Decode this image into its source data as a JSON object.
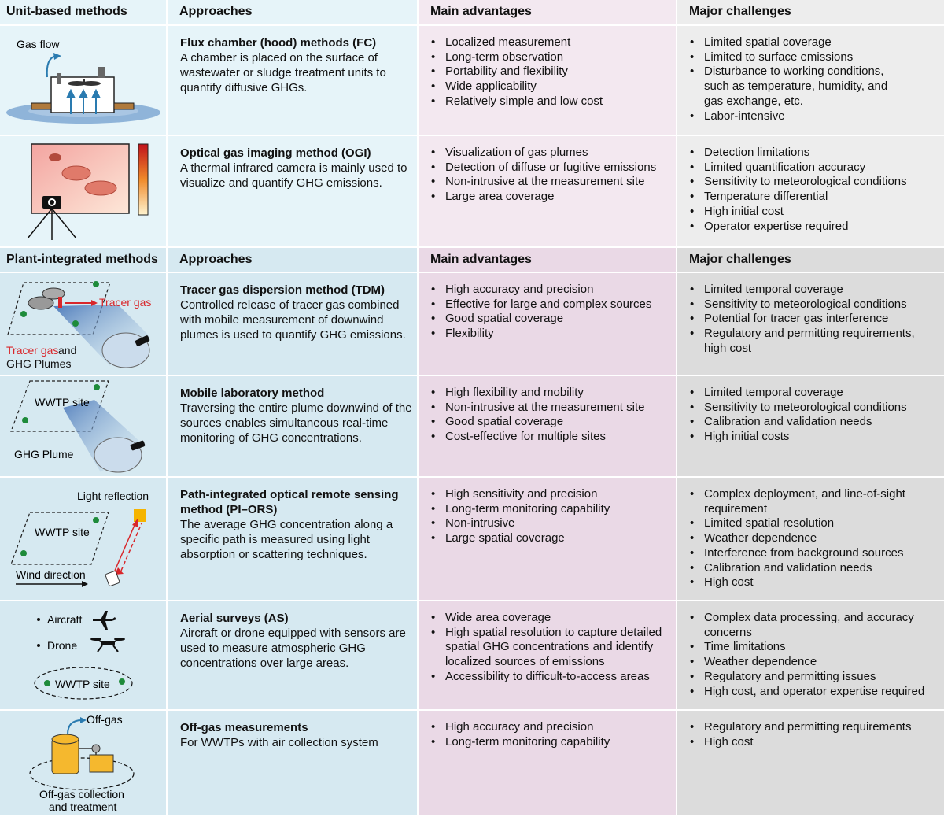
{
  "headers": {
    "unit": {
      "col1": "Unit-based methods",
      "col2": "Approaches",
      "col3": "Main advantages",
      "col4": "Major challenges"
    },
    "plant": {
      "col1": "Plant-integrated methods",
      "col2": "Approaches",
      "col3": "Main advantages",
      "col4": "Major challenges"
    }
  },
  "rows": [
    {
      "title": "Flux chamber (hood) methods (FC)",
      "desc": "A chamber is placed on the surface of wastewater or sludge treatment units to quantify diffusive GHGs.",
      "advantages": [
        "Localized measurement",
        "Long-term observation",
        "Portability and flexibility",
        "Wide applicability",
        "Relatively simple and low cost"
      ],
      "challenges": [
        "Limited spatial coverage",
        "Limited to surface emissions",
        "Disturbance to working conditions, such as temperature, humidity, and gas exchange, etc.",
        "Labor-intensive"
      ],
      "figure": {
        "label1": "Gas flow"
      }
    },
    {
      "title": "Optical gas imaging method (OGI)",
      "desc": "A thermal infrared camera is mainly used to visualize and quantify GHG emissions.",
      "advantages": [
        "Visualization of gas plumes",
        "Detection of diffuse or fugitive emissions",
        "Non-intrusive at the measurement site",
        "Large area coverage"
      ],
      "challenges": [
        "Detection limitations",
        "Limited quantification accuracy",
        "Sensitivity to meteorological conditions",
        "Temperature differential",
        "High initial cost",
        "Operator expertise required"
      ]
    },
    {
      "title": "Tracer gas dispersion method (TDM)",
      "desc": "Controlled release of tracer gas combined with mobile measurement of downwind plumes is used to quantify GHG emissions.",
      "advantages": [
        "High accuracy and precision",
        "Effective for large and complex sources",
        "Good spatial coverage",
        "Flexibility"
      ],
      "challenges": [
        "Limited temporal coverage",
        "Sensitivity to meteorological conditions",
        "Potential for tracer gas interference",
        "Regulatory and permitting requirements, high cost"
      ],
      "figure": {
        "label1": "Tracer gas",
        "label2a": "Tracer gas",
        "label2b": " and",
        "label3": "GHG Plumes"
      }
    },
    {
      "title": "Mobile laboratory method",
      "desc": "Traversing the entire plume downwind of the sources enables simultaneous real-time monitoring of GHG concentrations.",
      "advantages": [
        "High flexibility and mobility",
        "Non-intrusive at the measurement site",
        "Good spatial coverage",
        "Cost-effective for multiple sites"
      ],
      "challenges": [
        "Limited temporal coverage",
        "Sensitivity to meteorological conditions",
        "Calibration and validation needs",
        "High initial costs"
      ],
      "figure": {
        "label1": "WWTP site",
        "label2": "GHG Plume"
      }
    },
    {
      "title": "Path-integrated optical remote sensing method (PI–ORS)",
      "desc": "The average GHG concentration along a specific path is measured using light absorption or scattering techniques.",
      "advantages": [
        "High sensitivity and precision",
        "Long-term monitoring capability",
        "Non-intrusive",
        "Large spatial coverage"
      ],
      "challenges": [
        "Complex deployment, and line-of-sight requirement",
        "Limited spatial resolution",
        "Weather dependence",
        "Interference from background sources",
        "Calibration and validation needs",
        "High cost"
      ],
      "figure": {
        "label1": "Light reflection",
        "label2": "WWTP site",
        "label3": "Wind direction"
      }
    },
    {
      "title": "Aerial surveys (AS)",
      "desc": "Aircraft or drone equipped with sensors are used to measure atmospheric GHG concentrations over large areas.",
      "advantages": [
        "Wide area coverage",
        "High spatial resolution to capture detailed spatial GHG concentrations and identify localized sources of emissions",
        "Accessibility to difficult-to-access areas"
      ],
      "challenges": [
        "Complex data processing, and accuracy concerns",
        "Time limitations",
        "Weather dependence",
        "Regulatory and permitting issues",
        "High cost, and operator expertise required"
      ],
      "figure": {
        "label1": "Aircraft",
        "label2": "Drone",
        "label3": "WWTP site"
      }
    },
    {
      "title": "Off-gas measurements",
      "desc": "For WWTPs with air collection system",
      "advantages": [
        "High accuracy and precision",
        "Long-term monitoring capability"
      ],
      "challenges": [
        "Regulatory and permitting requirements",
        "High cost"
      ],
      "figure": {
        "label1": "Off-gas",
        "label2": "Off-gas collection",
        "label3": "and treatment"
      }
    }
  ],
  "colors": {
    "unit_blue": "#e6f4f9",
    "unit_pink": "#f3e8f0",
    "unit_gray": "#ededed",
    "plant_blue": "#d6e9f1",
    "plant_pink": "#ead9e6",
    "plant_gray": "#dcdcdc",
    "accent_red": "#d9262a",
    "tree_green": "#1e8b3a",
    "plume_blue": "#3f6fb5"
  },
  "icons": [
    "flux-chamber-icon",
    "thermal-camera-icon",
    "tracer-gas-icon",
    "mobile-lab-icon",
    "light-path-icon",
    "aircraft-icon",
    "drone-icon",
    "off-gas-tank-icon"
  ]
}
